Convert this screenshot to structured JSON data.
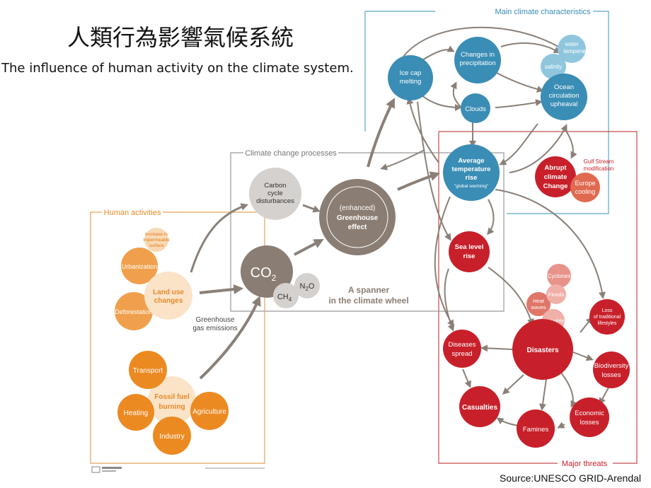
{
  "title_zh": "人類行為影響氣候系統",
  "title_en": "The influence of human activity on the climate system.",
  "source": "Source:UNESCO GRID-Arendal",
  "sections": {
    "human": "Human activities",
    "climate_processes": "Climate change processes",
    "main_climate": "Main climate characteristics",
    "major_threats": "Major threats"
  },
  "colors": {
    "human": "#e8892a",
    "process": "#8a7d73",
    "climate": "#3a8db5",
    "threat": "#c8202a"
  },
  "nodes": {
    "impermeable": [
      "Increase in",
      "impermeable",
      "surface"
    ],
    "urbanization": [
      "Urbanization"
    ],
    "deforestation": [
      "Deforestation"
    ],
    "land_use": [
      "Land use",
      "changes"
    ],
    "transport": [
      "Transport"
    ],
    "heating": [
      "Heating"
    ],
    "industry": [
      "Industry"
    ],
    "agriculture": [
      "Agriculture"
    ],
    "fossil_fuel": [
      "Fossil fuel",
      "burning"
    ],
    "carbon_cycle": [
      "Carbon",
      "cycle",
      "disturbances"
    ],
    "greenhouse_effect": [
      "(enhanced)",
      "Greenhouse",
      "effect"
    ],
    "co2": "CO",
    "co2_sub": "2",
    "n2o": "N",
    "n2o_sub": "2",
    "n2o_tail": "O",
    "ch4": "CH",
    "ch4_sub": "4",
    "spanner": [
      "A spanner",
      "in the climate wheel"
    ],
    "ghg_emissions": [
      "Greenhouse",
      "gas emissions"
    ],
    "ice_cap": [
      "Ice cap",
      "melting"
    ],
    "precipitation": [
      "Changes in",
      "precipitation"
    ],
    "water_temp": [
      "water",
      "temperature"
    ],
    "salinity": [
      "salinity"
    ],
    "ocean": [
      "Ocean",
      "circulation",
      "upheaval"
    ],
    "clouds": [
      "Clouds"
    ],
    "avg_temp": [
      "Average",
      "temperature",
      "rise"
    ],
    "global_warming": "\"global warming\"",
    "gulf_stream": [
      "Gulf Stream",
      "modification"
    ],
    "abrupt": [
      "Abrupt",
      "climate",
      "Change"
    ],
    "europe": [
      "Europe",
      "cooling"
    ],
    "sea_level": [
      "Sea level",
      "rise"
    ],
    "cyclones": [
      "Cyclones"
    ],
    "floods": [
      "Floods"
    ],
    "heat_waves": [
      "Heat",
      "waves"
    ],
    "droughts": [
      "Droughts"
    ],
    "lifestyles": [
      "Loss",
      "of traditional",
      "lifestyles"
    ],
    "diseases": [
      "Diseases",
      "spread"
    ],
    "disasters": [
      "Disasters"
    ],
    "biodiversity": [
      "Biodiversity",
      "losses"
    ],
    "casualties": [
      "Casualties"
    ],
    "famines": [
      "Famines"
    ],
    "economic": [
      "Economic",
      "losses"
    ]
  }
}
